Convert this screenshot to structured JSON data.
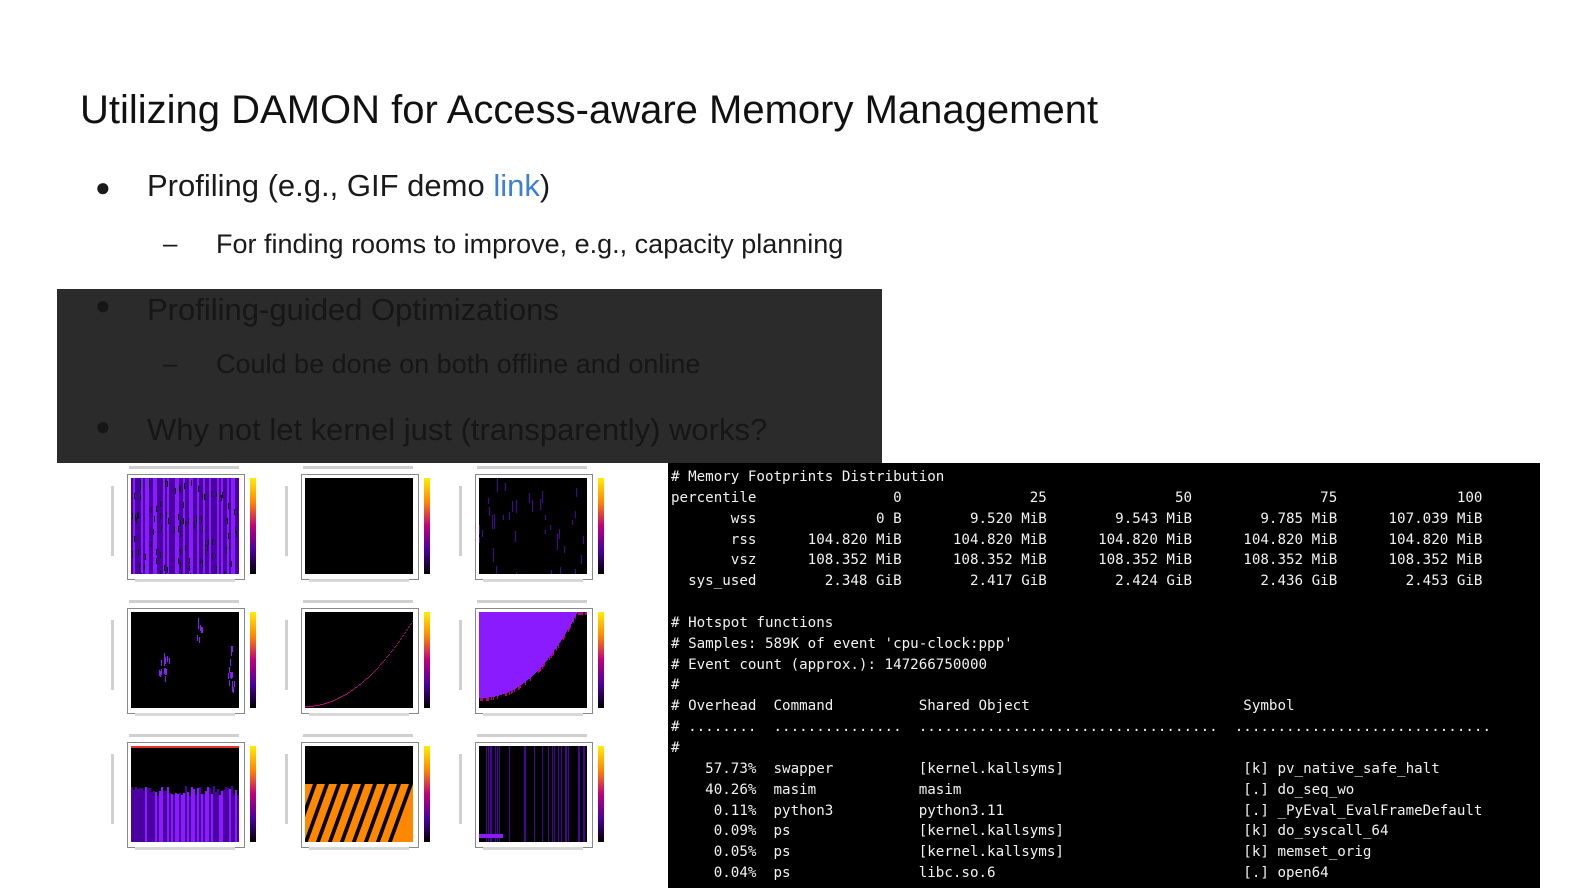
{
  "slide": {
    "title": "Utilizing DAMON for Access-aware Memory Management",
    "bullet1_prefix": "Profiling (e.g., GIF demo ",
    "bullet1_link": "link",
    "bullet1_suffix": ")",
    "sub1": "For finding rooms to improve, e.g., capacity planning",
    "bullet2": "Profiling-guided Optimizations",
    "sub2": "Could be done on both offline and online",
    "bullet3": "Why not let kernel just (transparently) works?",
    "bullet_glyph": "●",
    "dash_glyph": "–"
  },
  "terminal": {
    "lines": [
      "# Memory Footprints Distribution",
      "percentile                0               25               50               75              100",
      "       wss              0 B        9.520 MiB        9.543 MiB        9.785 MiB      107.039 MiB",
      "       rss      104.820 MiB      104.820 MiB      104.820 MiB      104.820 MiB      104.820 MiB",
      "       vsz      108.352 MiB      108.352 MiB      108.352 MiB      108.352 MiB      108.352 MiB",
      "  sys_used        2.348 GiB        2.417 GiB        2.424 GiB        2.436 GiB        2.453 GiB",
      "",
      "# Hotspot functions",
      "# Samples: 589K of event 'cpu-clock:ppp'",
      "# Event count (approx.): 147266750000",
      "#",
      "# Overhead  Command          Shared Object                         Symbol",
      "# ........  ...............  ...................................  ..............................",
      "#",
      "    57.73%  swapper          [kernel.kallsyms]                     [k] pv_native_safe_halt",
      "    40.26%  masim            masim                                 [.] do_seq_wo",
      "     0.11%  python3          python3.11                            [.] _PyEval_EvalFrameDefault",
      "     0.09%  ps               [kernel.kallsyms]                     [k] do_syscall_64",
      "     0.05%  ps               [kernel.kallsyms]                     [k] memset_orig",
      "     0.04%  ps               libc.so.6                             [.] open64"
    ]
  },
  "plots": {
    "colors": [
      "#000000",
      "#4b00a0",
      "#8a1bff",
      "#c0007a",
      "#ff8800",
      "#ffee00"
    ]
  }
}
